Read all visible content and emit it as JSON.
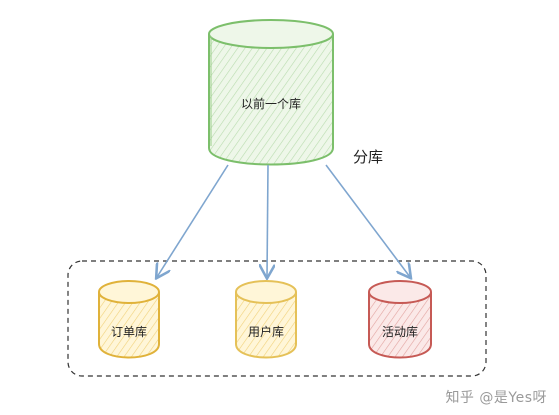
{
  "diagram": {
    "top_db": {
      "label": "以前一个库",
      "color": "#7cbf6b",
      "fill": "#e6f3df"
    },
    "edge_label": "分库",
    "arrow_color": "#7fa6cf",
    "group_border_color": "#333333",
    "dbs": [
      {
        "label": "订单库",
        "color": "#e0b23a",
        "fill": "#fdf1c8"
      },
      {
        "label": "用户库",
        "color": "#e5c158",
        "fill": "#fdf3cf"
      },
      {
        "label": "活动库",
        "color": "#c65a55",
        "fill": "#f6dddb"
      }
    ]
  },
  "watermark": "知乎 @是Yes呀"
}
